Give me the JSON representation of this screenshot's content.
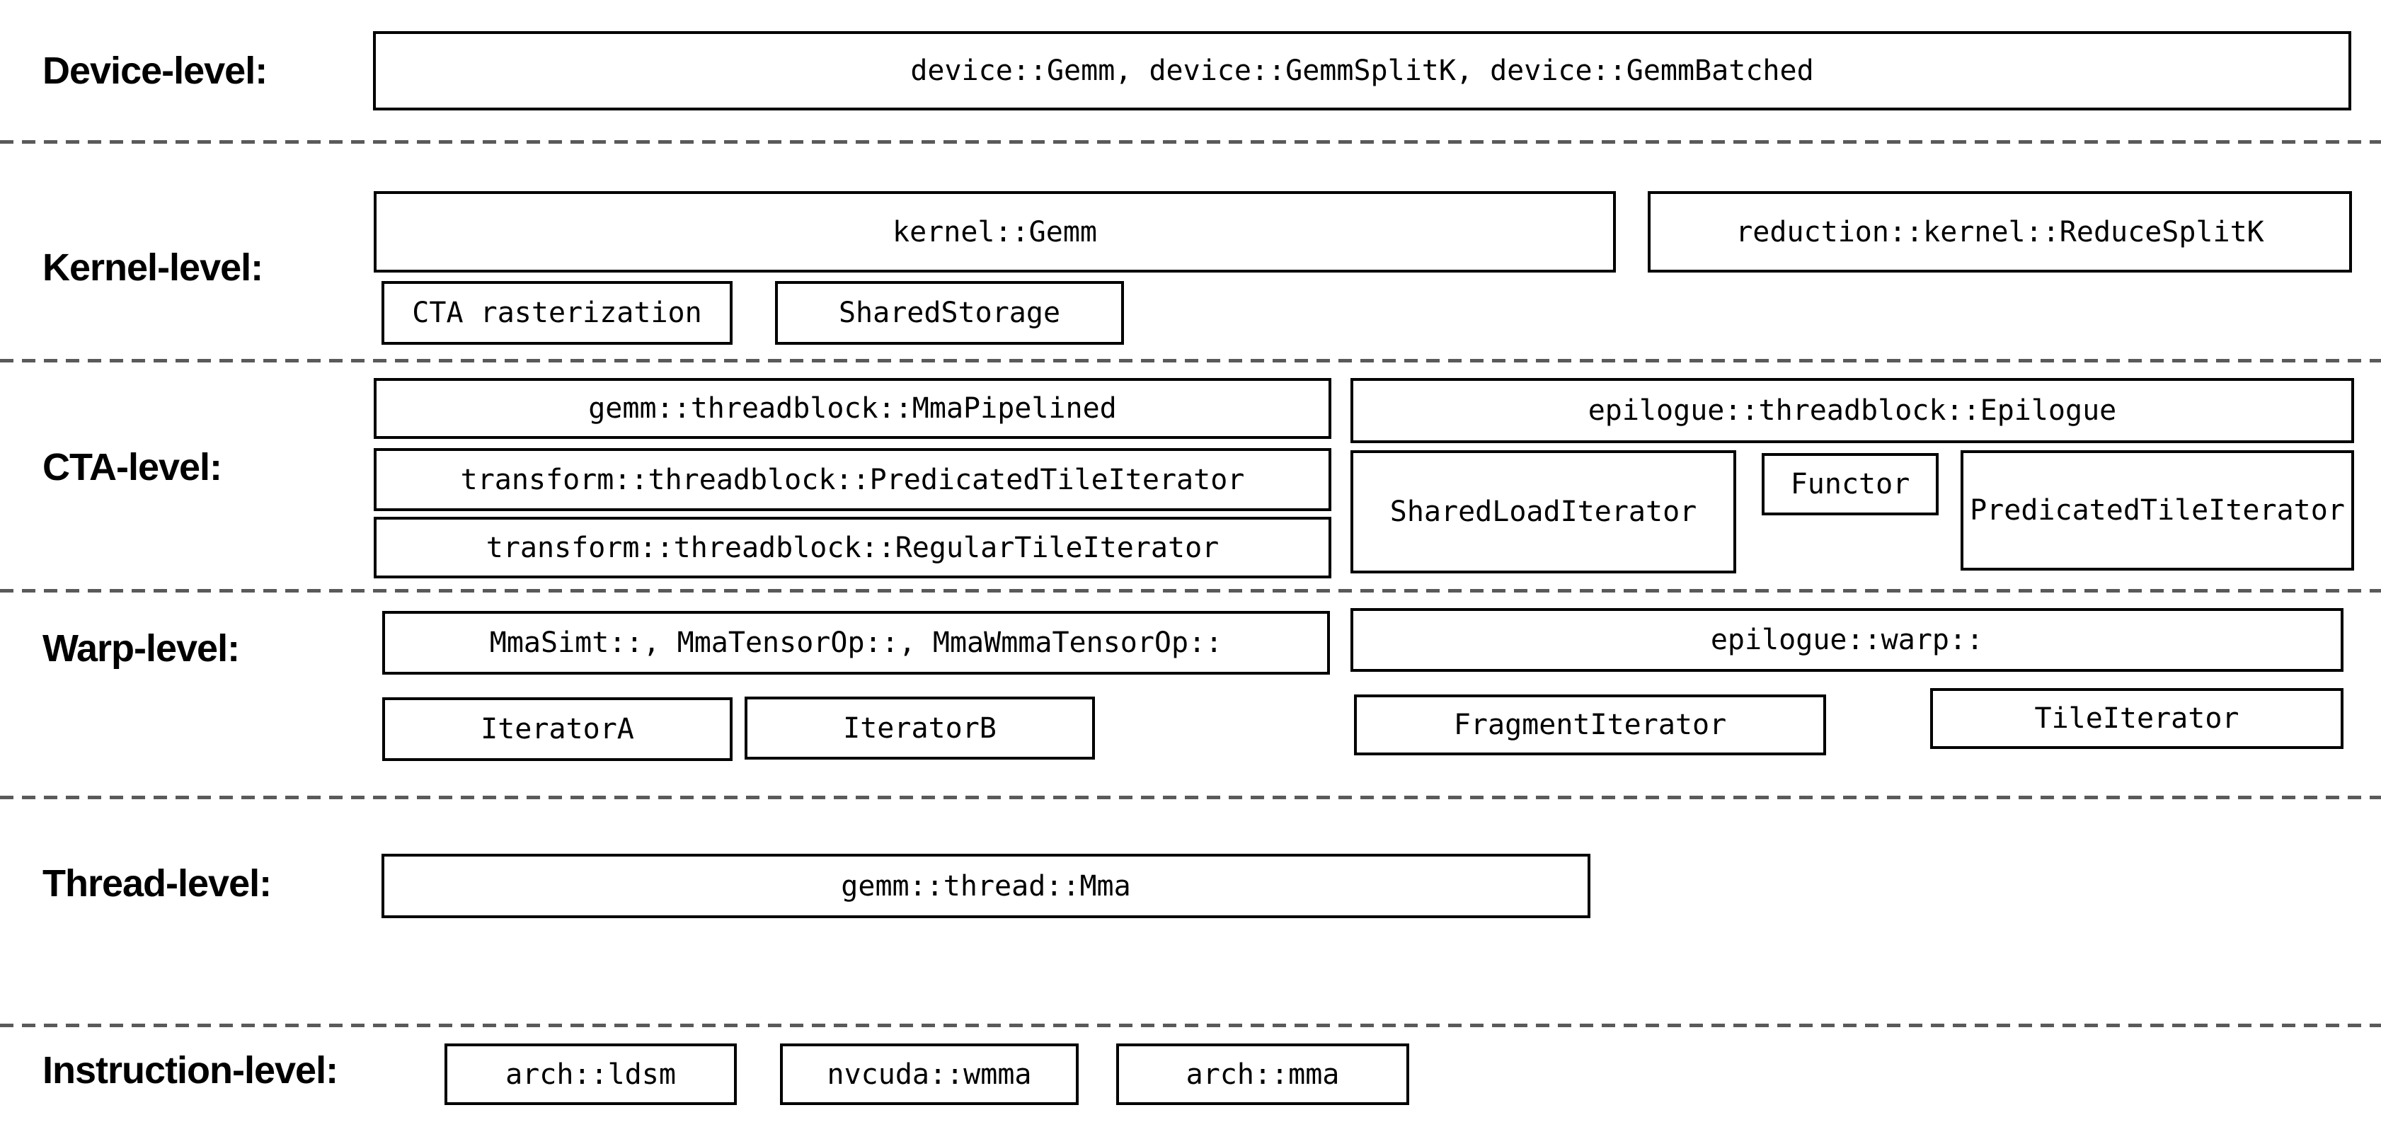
{
  "colors": {
    "background": "#ffffff",
    "box_border": "#000000",
    "text": "#000000",
    "divider": "#5a5a5a"
  },
  "levels": {
    "device": {
      "label": "Device-level:",
      "main_box": "device::Gemm, device::GemmSplitK, device::GemmBatched"
    },
    "kernel": {
      "label": "Kernel-level:",
      "gemm_box": "kernel::Gemm",
      "reduce_split_k_box": "reduction::kernel::ReduceSplitK",
      "cta_rasterization_box": "CTA rasterization",
      "shared_storage_box": "SharedStorage"
    },
    "cta": {
      "label": "CTA-level:",
      "mma_pipelined_box": "gemm::threadblock::MmaPipelined",
      "predicated_tile_iterator_box": "transform::threadblock::PredicatedTileIterator",
      "regular_tile_iterator_box": "transform::threadblock::RegularTileIterator",
      "epilogue_box": "epilogue::threadblock::Epilogue",
      "shared_load_iterator_box": "SharedLoadIterator",
      "functor_box": "Functor",
      "epilogue_predicated_tile_iterator_box": "PredicatedTileIterator"
    },
    "warp": {
      "label": "Warp-level:",
      "mma_box": "MmaSimt::, MmaTensorOp::, MmaWmmaTensorOp::",
      "iterator_a_box": "IteratorA",
      "iterator_b_box": "IteratorB",
      "epilogue_warp_box": "epilogue::warp::",
      "fragment_iterator_box": "FragmentIterator",
      "tile_iterator_box": "TileIterator"
    },
    "thread": {
      "label": "Thread-level:",
      "mma_box": "gemm::thread::Mma"
    },
    "instruction": {
      "label": "Instruction-level:",
      "ldsm_box": "arch::ldsm",
      "wmma_box": "nvcuda::wmma",
      "mma_box": "arch::mma"
    }
  }
}
